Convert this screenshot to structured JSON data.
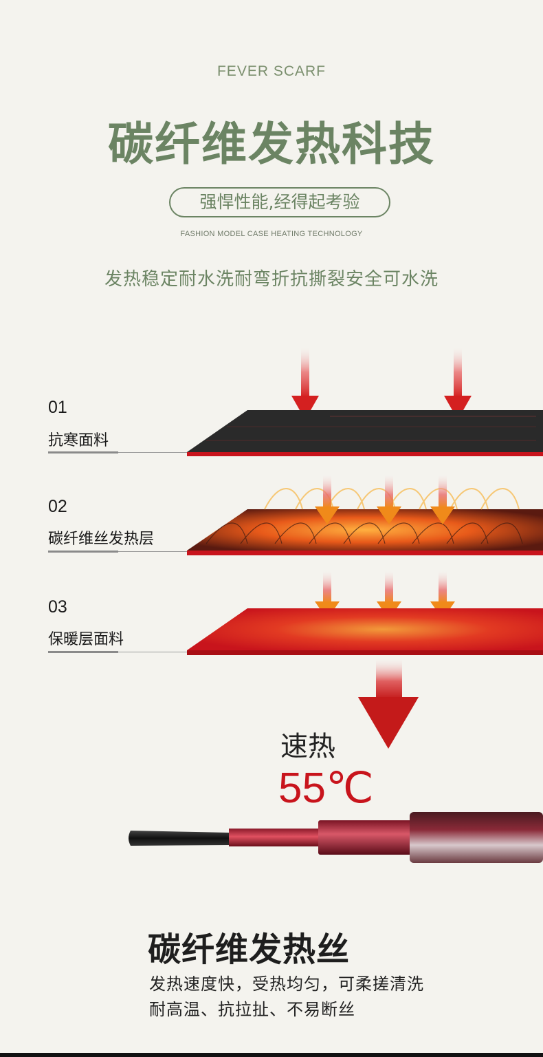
{
  "header": {
    "eyebrow": "FEVER SCARF",
    "title": "碳纤维发热科技",
    "pill": "强悍性能,经得起考验",
    "subtitle_en": "FASHION MODEL CASE HEATING TECHNOLOGY",
    "features": "发热稳定耐水洗耐弯折抗撕裂安全可水洗"
  },
  "layers": [
    {
      "num": "01",
      "label": "抗寒面料"
    },
    {
      "num": "02",
      "label": "碳纤维丝发热层"
    },
    {
      "num": "03",
      "label": "保暖层面料"
    }
  ],
  "heat": {
    "label": "速热",
    "temperature": "55℃"
  },
  "footer": {
    "title": "碳纤维发热丝",
    "desc_line1": "发热速度快，受热均匀，可柔搓清洗",
    "desc_line2": "耐高温、抗拉扯、不易断丝"
  },
  "colors": {
    "accent_green": "#6b8463",
    "heat_red": "#c8141c",
    "background": "#f4f3ee"
  }
}
